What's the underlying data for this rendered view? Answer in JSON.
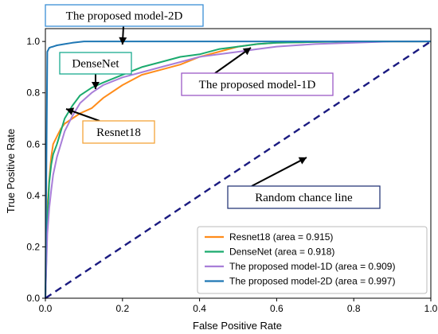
{
  "chart_data": {
    "type": "line",
    "xlabel": "False Positive Rate",
    "ylabel": "True Positive Rate",
    "xlim": [
      0.0,
      1.0
    ],
    "ylim": [
      0.0,
      1.05
    ],
    "x_ticks": [
      "0.0",
      "0.2",
      "0.4",
      "0.6",
      "0.8",
      "1.0"
    ],
    "y_ticks": [
      "0.0",
      "0.2",
      "0.4",
      "0.6",
      "0.8",
      "1.0"
    ],
    "grid": false,
    "legend_position": "bottom-right",
    "series": [
      {
        "name": "Resnet18 (area = 0.915)",
        "color": "#ff8c1a",
        "x": [
          0.0,
          0.005,
          0.01,
          0.015,
          0.02,
          0.03,
          0.04,
          0.05,
          0.07,
          0.09,
          0.12,
          0.15,
          0.2,
          0.25,
          0.3,
          0.35,
          0.4,
          0.45,
          0.5,
          0.55,
          0.6,
          0.7,
          0.8,
          0.9,
          1.0
        ],
        "y": [
          0.0,
          0.35,
          0.46,
          0.55,
          0.6,
          0.63,
          0.66,
          0.68,
          0.7,
          0.72,
          0.74,
          0.78,
          0.83,
          0.87,
          0.89,
          0.91,
          0.94,
          0.96,
          0.98,
          0.99,
          0.995,
          0.998,
          1.0,
          1.0,
          1.0
        ]
      },
      {
        "name": "DenseNet (area = 0.918)",
        "color": "#1aaa6e",
        "x": [
          0.0,
          0.005,
          0.01,
          0.015,
          0.02,
          0.03,
          0.04,
          0.05,
          0.07,
          0.09,
          0.12,
          0.15,
          0.2,
          0.25,
          0.3,
          0.35,
          0.4,
          0.45,
          0.5,
          0.55,
          0.6,
          0.7,
          0.8,
          0.9,
          1.0
        ],
        "y": [
          0.0,
          0.3,
          0.45,
          0.52,
          0.56,
          0.6,
          0.65,
          0.7,
          0.75,
          0.79,
          0.82,
          0.84,
          0.87,
          0.9,
          0.92,
          0.94,
          0.95,
          0.97,
          0.98,
          0.99,
          0.995,
          0.998,
          1.0,
          1.0,
          1.0
        ]
      },
      {
        "name": "The proposed model-1D (area = 0.909)",
        "color": "#a87ed8",
        "x": [
          0.0,
          0.005,
          0.01,
          0.015,
          0.02,
          0.03,
          0.04,
          0.05,
          0.07,
          0.09,
          0.12,
          0.15,
          0.2,
          0.25,
          0.3,
          0.35,
          0.4,
          0.45,
          0.5,
          0.55,
          0.6,
          0.65,
          0.7,
          0.8,
          0.9,
          1.0
        ],
        "y": [
          0.0,
          0.25,
          0.35,
          0.42,
          0.48,
          0.55,
          0.6,
          0.65,
          0.71,
          0.76,
          0.8,
          0.83,
          0.86,
          0.88,
          0.9,
          0.92,
          0.94,
          0.95,
          0.96,
          0.97,
          0.98,
          0.985,
          0.99,
          0.995,
          1.0,
          1.0
        ]
      },
      {
        "name": "The proposed model-2D (area = 0.997)",
        "color": "#1f77b4",
        "x": [
          0.0,
          0.005,
          0.01,
          0.015,
          0.02,
          0.03,
          0.05,
          0.07,
          0.1,
          0.15,
          0.2,
          0.3,
          0.5,
          0.7,
          1.0
        ],
        "y": [
          0.0,
          0.96,
          0.975,
          0.978,
          0.98,
          0.985,
          0.99,
          0.995,
          1.0,
          1.0,
          1.0,
          1.0,
          1.0,
          1.0,
          1.0
        ]
      },
      {
        "name": "",
        "color": "#1a1a80",
        "dashed": true,
        "x": [
          0.0,
          1.0
        ],
        "y": [
          0.0,
          1.0
        ]
      }
    ],
    "annotations": [
      {
        "text": "The proposed model-2D",
        "box_color": "#3a8fd6",
        "x": 0.2,
        "y": 1.0
      },
      {
        "text": "DenseNet",
        "box_color": "#1aaa8e",
        "x": 0.13,
        "y": 0.82
      },
      {
        "text": "The proposed model-1D",
        "box_color": "#9b59c6",
        "x": 0.52,
        "y": 0.98
      },
      {
        "text": "Resnet18",
        "box_color": "#f5a53a",
        "x": 0.12,
        "y": 0.75
      },
      {
        "text": "Random chance line",
        "box_color": "#2a3a7a",
        "x": 0.55,
        "y": 0.56
      }
    ]
  }
}
